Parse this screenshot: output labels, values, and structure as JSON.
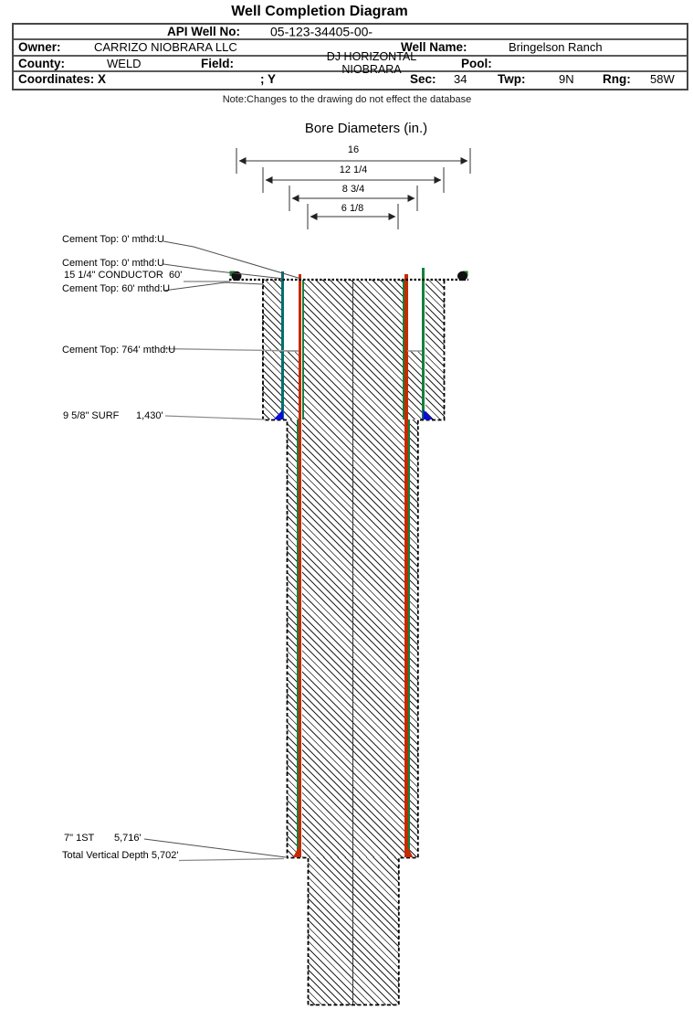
{
  "title": "Well Completion Diagram",
  "header": {
    "api_label": "API Well No:",
    "api_value": "05-123-34405-00-",
    "owner_label": "Owner:",
    "owner_value": "CARRIZO NIOBRARA LLC",
    "well_name_label": "Well Name:",
    "well_name_value": "Bringelson Ranch",
    "county_label": "County:",
    "county_value": "WELD",
    "field_label": "Field:",
    "field_value_line1": "DJ HORIZONTAL",
    "field_value_line2": "NIOBRARA",
    "pool_label": "Pool:",
    "coordinates_label": "Coordinates: X",
    "coordinates_y_label": "; Y",
    "sec_label": "Sec:",
    "sec_value": "34",
    "twp_label": "Twp:",
    "twp_value": "9N",
    "rng_label": "Rng:",
    "rng_value": "58W"
  },
  "note": "Note:Changes to the drawing do not effect the database",
  "bore_diameters": {
    "title": "Bore Diameters (in.)",
    "values": [
      "16",
      "12 1/4",
      "8 3/4",
      "6 1/8"
    ]
  },
  "annotations": {
    "cement_top_0a": "Cement Top: 0' mthd:U",
    "cement_top_0b": "Cement Top: 0' mthd:U",
    "conductor": "15 1/4\" CONDUCTOR  60'",
    "cement_top_60": "Cement Top: 60' mthd:U",
    "cement_top_764": "Cement Top: 764' mthd:U",
    "surf_label": "9 5/8\" SURF",
    "surf_depth": "1,430'",
    "first_label": "7\" 1ST",
    "first_depth": "5,716'",
    "tvd": "Total Vertical Depth 5,702'"
  },
  "colors": {
    "casing_red": "#c62a00",
    "casing_green": "#15803d",
    "casing_teal": "#00706e",
    "shoe_blue": "#0a0adf",
    "hatch_line": "#232323",
    "table_border": "#4d4d4d"
  }
}
